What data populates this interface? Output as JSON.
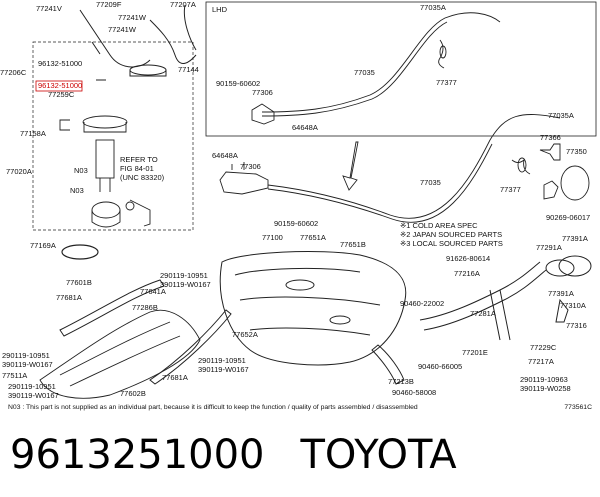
{
  "labels": [
    "77241V",
    "77209F",
    "77207A",
    "77035A",
    "77241W",
    "77241W",
    "77144",
    "77206C",
    "96132-51000",
    "96132-51000",
    "77259C",
    "77158A",
    "77020A",
    "LHD",
    "90159-60602",
    "77306",
    "77035",
    "77377",
    "64648A",
    "64648A",
    "77306",
    "77035",
    "77377",
    "77035A",
    "77366",
    "77350",
    "90269-06017",
    "N03",
    "N03",
    "REFER TO",
    "FIG 84-01",
    "(UNC 83320)",
    "90159-60602",
    "77100",
    "77651A",
    "77651B",
    "77169A",
    "77601B",
    "77681A",
    "290119-10951",
    "390119-W0167",
    "77641A",
    "77286B",
    "290119-10951",
    "390119-W0167",
    "77511A",
    "290119-10951",
    "390119-W0167",
    "77602B",
    "77681A",
    "290119-10951",
    "390119-W0167",
    "77652A",
    "91626-80614",
    "77216A",
    "77281A",
    "90460-22002",
    "90460-66005",
    "77201E",
    "90460-58008",
    "77213B",
    "77391A",
    "77291A",
    "77391A",
    "77310A",
    "77316",
    "77229C",
    "77217A",
    "290119-10963",
    "390119-W0258"
  ],
  "legend": [
    "※1 COLD AREA SPEC",
    "※2 JAPAN SOURCED PARTS",
    "※3 LOCAL SOURCED PARTS"
  ],
  "footnote": "N03 : This part is not supplied as an individual part, because it is difficult to keep the function / quality of parts assembled / disassembled",
  "diagram_code": "773561C",
  "caption": {
    "part_number": "9613251000",
    "brand": "TOYOTA"
  },
  "highlight_color": "#cc0000"
}
